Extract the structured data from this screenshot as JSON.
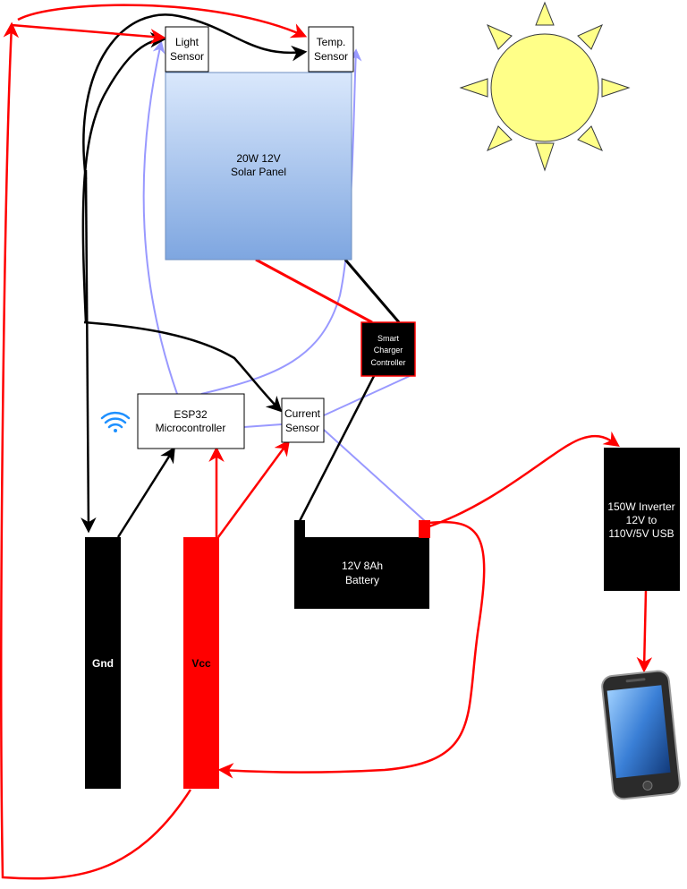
{
  "components": {
    "light_sensor": [
      "Light",
      "Sensor"
    ],
    "temp_sensor": [
      "Temp.",
      "Sensor"
    ],
    "solar_panel": [
      "20W 12V",
      "Solar Panel"
    ],
    "charge_controller": [
      "Smart",
      "Charger",
      "Controller"
    ],
    "esp32": [
      "ESP32",
      "Microcontroller"
    ],
    "current_sensor": [
      "Current",
      "Sensor"
    ],
    "battery": [
      "12V 8Ah",
      "Battery"
    ],
    "inverter": [
      "150W Inverter",
      "12V to",
      "110V/5V USB"
    ],
    "gnd_rail": "Gnd",
    "vcc_rail": "Vcc"
  },
  "icons": {
    "sun": "sun-icon",
    "wifi": "wifi-icon",
    "phone": "smartphone-icon"
  },
  "colors": {
    "power_wire": "#ff0000",
    "ground_wire": "#000000",
    "signal_wire": "#9999ff",
    "panel_top": "#dae8fc",
    "panel_bottom": "#7ea6e0",
    "sun_fill": "#ffff88",
    "sun_stroke": "#36393d",
    "wifi": "#1e90ff"
  }
}
